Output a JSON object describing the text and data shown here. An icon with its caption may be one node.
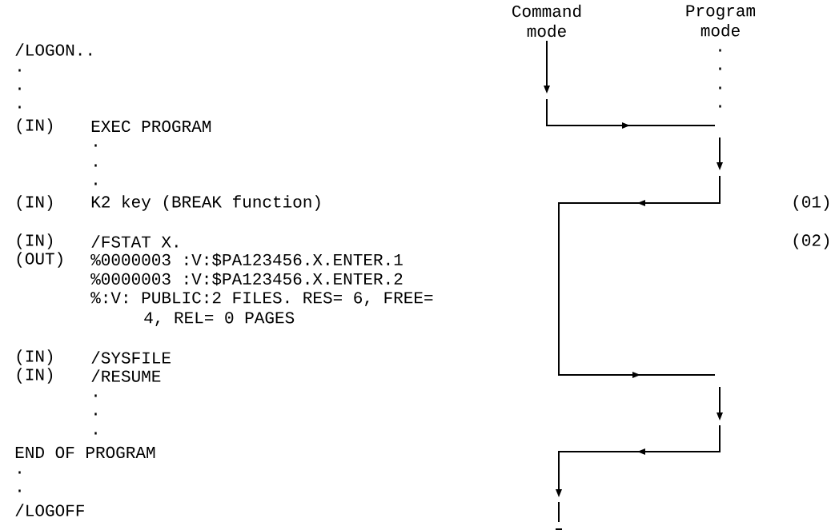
{
  "diagram": {
    "labels": [
      "Command mode",
      "Program mode",
      "/LOGON..",
      ".",
      ".",
      ".",
      "(IN)",
      "EXEC PROGRAM",
      ".",
      ".",
      ".",
      "(IN)",
      "K2 key (BREAK function)",
      "(01)",
      "(IN)",
      "/FSTAT X.",
      "(02)",
      "(OUT)",
      "%0000003 :V:$PA123456.X.ENTER.1",
      "%0000003 :V:$PA123456.X.ENTER.2",
      "%:V: PUBLIC:2 FILES. RES= 6, FREE= 4, REL= 0 PAGES",
      "(IN)",
      "/SYSFILE",
      "(IN)",
      "/RESUME",
      ".",
      ".",
      ".",
      "END OF PROGRAM",
      ".",
      ".",
      "/LOGOFF",
      ".",
      ".",
      ".",
      "."
    ]
  }
}
